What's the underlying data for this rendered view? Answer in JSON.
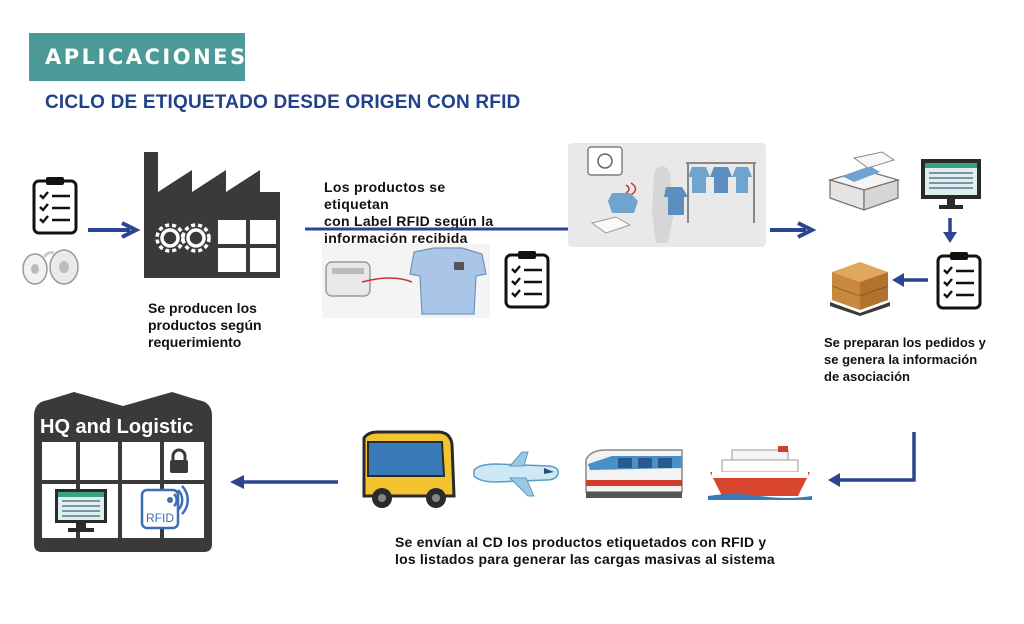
{
  "header": {
    "badge": "APLICACIONES",
    "title": "CICLO DE ETIQUETADO DESDE ORIGEN CON RFID"
  },
  "steps": {
    "production": {
      "line1": "Se producen los",
      "line2": "productos según",
      "line3": "requerimiento"
    },
    "labeling": {
      "line1": "Los productos se etiquetan",
      "line2": "con Label RFID según la",
      "line3": "información recibida"
    },
    "orders": {
      "line1": "Se preparan los pedidos y",
      "line2": "se genera la información",
      "line3": "de asociación"
    },
    "shipping": {
      "line1": "Se envían al CD los productos etiquetados con  RFID y",
      "line2": "los listados para generar las cargas masivas al sistema"
    }
  },
  "hq": {
    "title": "HQ and Logistic",
    "rfid_label": "RFID"
  },
  "icons": [
    "clipboard-icon",
    "label-rolls-icon",
    "factory-icon",
    "gears-icon",
    "printer-icon",
    "shirts-icon",
    "store-icon",
    "boxes-icon",
    "monitor-icon",
    "pallet-icon",
    "bus-icon",
    "plane-icon",
    "train-icon",
    "ship-icon",
    "lock-icon",
    "rfid-tag-icon"
  ],
  "colors": {
    "accent": "#4b9a98",
    "title": "#21418a",
    "arrow": "#2b4590",
    "factory": "#3a3a3a"
  }
}
